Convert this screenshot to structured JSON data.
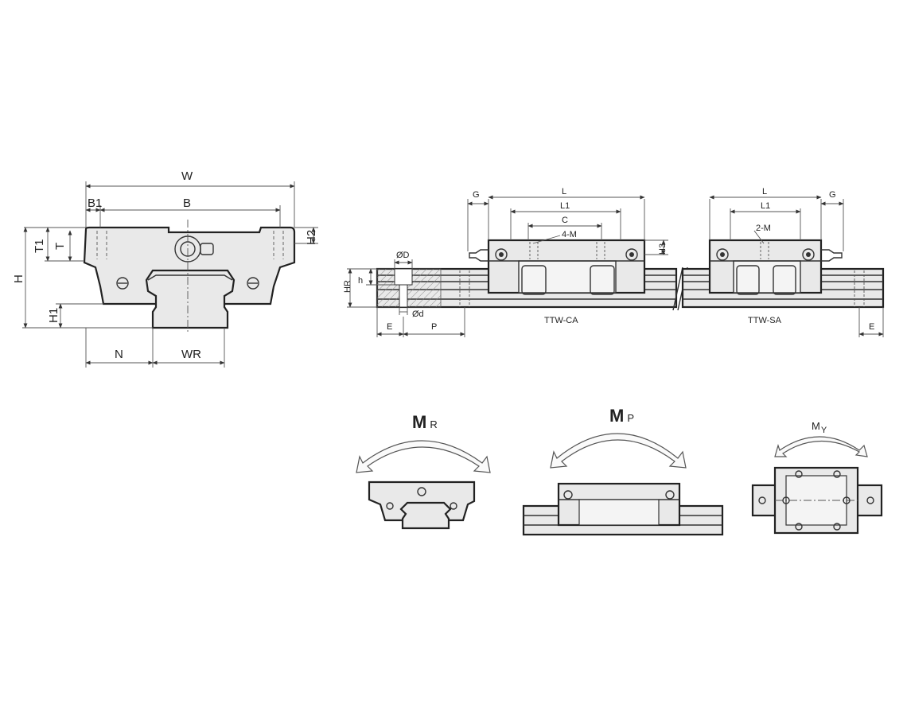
{
  "front_view": {
    "dims": {
      "W": "W",
      "B1": "B1",
      "B": "B",
      "T1": "T1",
      "T": "T",
      "H2": "H2",
      "H": "H",
      "H1": "H1",
      "N": "N",
      "WR": "WR"
    }
  },
  "side_view": {
    "dims": {
      "G_left": "G",
      "L_left": "L",
      "L1_left": "L1",
      "C": "C",
      "four_M": "4-M",
      "H3": "H3",
      "G_right": "G",
      "L_right": "L",
      "L1_right": "L1",
      "two_M": "2-M",
      "OD": "ØD",
      "Od": "Ød",
      "HR": "HR",
      "h": "h",
      "E_left": "E",
      "P": "P",
      "E_right": "E"
    },
    "labels": {
      "ca": "TTW-CA",
      "sa": "TTW-SA"
    }
  },
  "moments": {
    "mr": {
      "main": "M",
      "sub": "R"
    },
    "mp": {
      "main": "M",
      "sub": "P"
    },
    "my": {
      "main": "M",
      "sub": "Y"
    }
  }
}
